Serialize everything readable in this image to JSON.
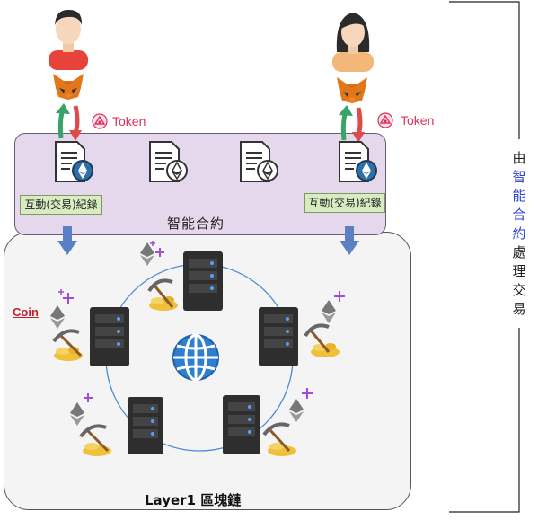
{
  "token_label": "Token",
  "record_label": "互動(交易)紀錄",
  "smart_contract_label": "智能合約",
  "coin_label": "Coin",
  "layer1_label": "Layer1 區塊鏈",
  "side_text": [
    "由",
    "智",
    "能",
    "合",
    "約",
    "處",
    "理",
    "交",
    "易"
  ],
  "colors": {
    "side_normal": "#222222",
    "side_highlight": "#2a3fd0",
    "arrow_blue": "#5b7fc4",
    "arrow_green": "#3aa36a",
    "arrow_red": "#e04a4a"
  },
  "icons": [
    "user-male-icon",
    "user-female-icon",
    "metamask-fox-icon",
    "token-icon",
    "contract-document-icon",
    "server-icon",
    "globe-icon",
    "ethereum-icon",
    "pickaxe-icon",
    "gold-pile-icon"
  ]
}
